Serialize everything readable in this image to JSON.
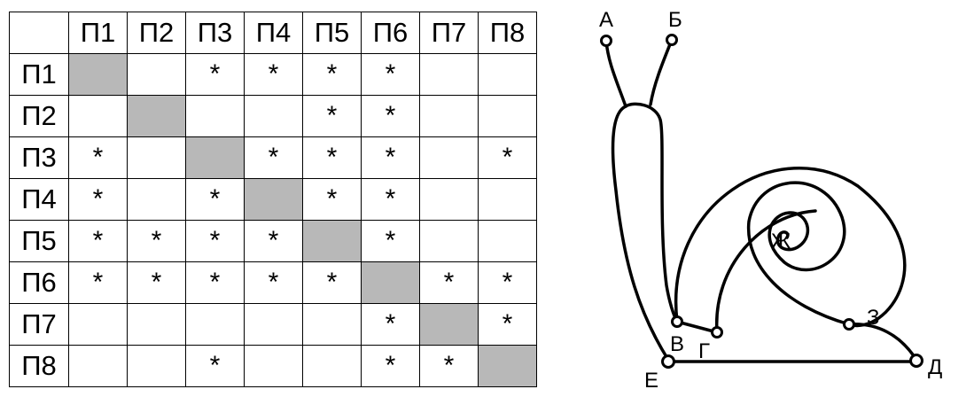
{
  "table": {
    "columns": [
      "П1",
      "П2",
      "П3",
      "П4",
      "П5",
      "П6",
      "П7",
      "П8"
    ],
    "rows": [
      {
        "label": "П1",
        "cells": [
          "",
          "",
          "*",
          "*",
          "*",
          "*",
          "",
          ""
        ]
      },
      {
        "label": "П2",
        "cells": [
          "",
          "",
          "",
          "",
          "*",
          "*",
          "",
          ""
        ]
      },
      {
        "label": "П3",
        "cells": [
          "*",
          "",
          "",
          "*",
          "*",
          "*",
          "",
          "*"
        ]
      },
      {
        "label": "П4",
        "cells": [
          "*",
          "",
          "*",
          "",
          "*",
          "*",
          "",
          ""
        ]
      },
      {
        "label": "П5",
        "cells": [
          "*",
          "*",
          "*",
          "*",
          "",
          "*",
          "",
          ""
        ]
      },
      {
        "label": "П6",
        "cells": [
          "*",
          "*",
          "*",
          "*",
          "*",
          "",
          "*",
          "*"
        ]
      },
      {
        "label": "П7",
        "cells": [
          "",
          "",
          "",
          "",
          "",
          "*",
          "",
          "*"
        ]
      },
      {
        "label": "П8",
        "cells": [
          "",
          "",
          "*",
          "",
          "",
          "*",
          "*",
          ""
        ]
      }
    ]
  },
  "graph": {
    "nodes": {
      "A": "А",
      "B": "Б",
      "V": "В",
      "G": "Г",
      "E": "Е",
      "D": "Д",
      "Z": "З",
      "Zh": "Ж"
    }
  }
}
